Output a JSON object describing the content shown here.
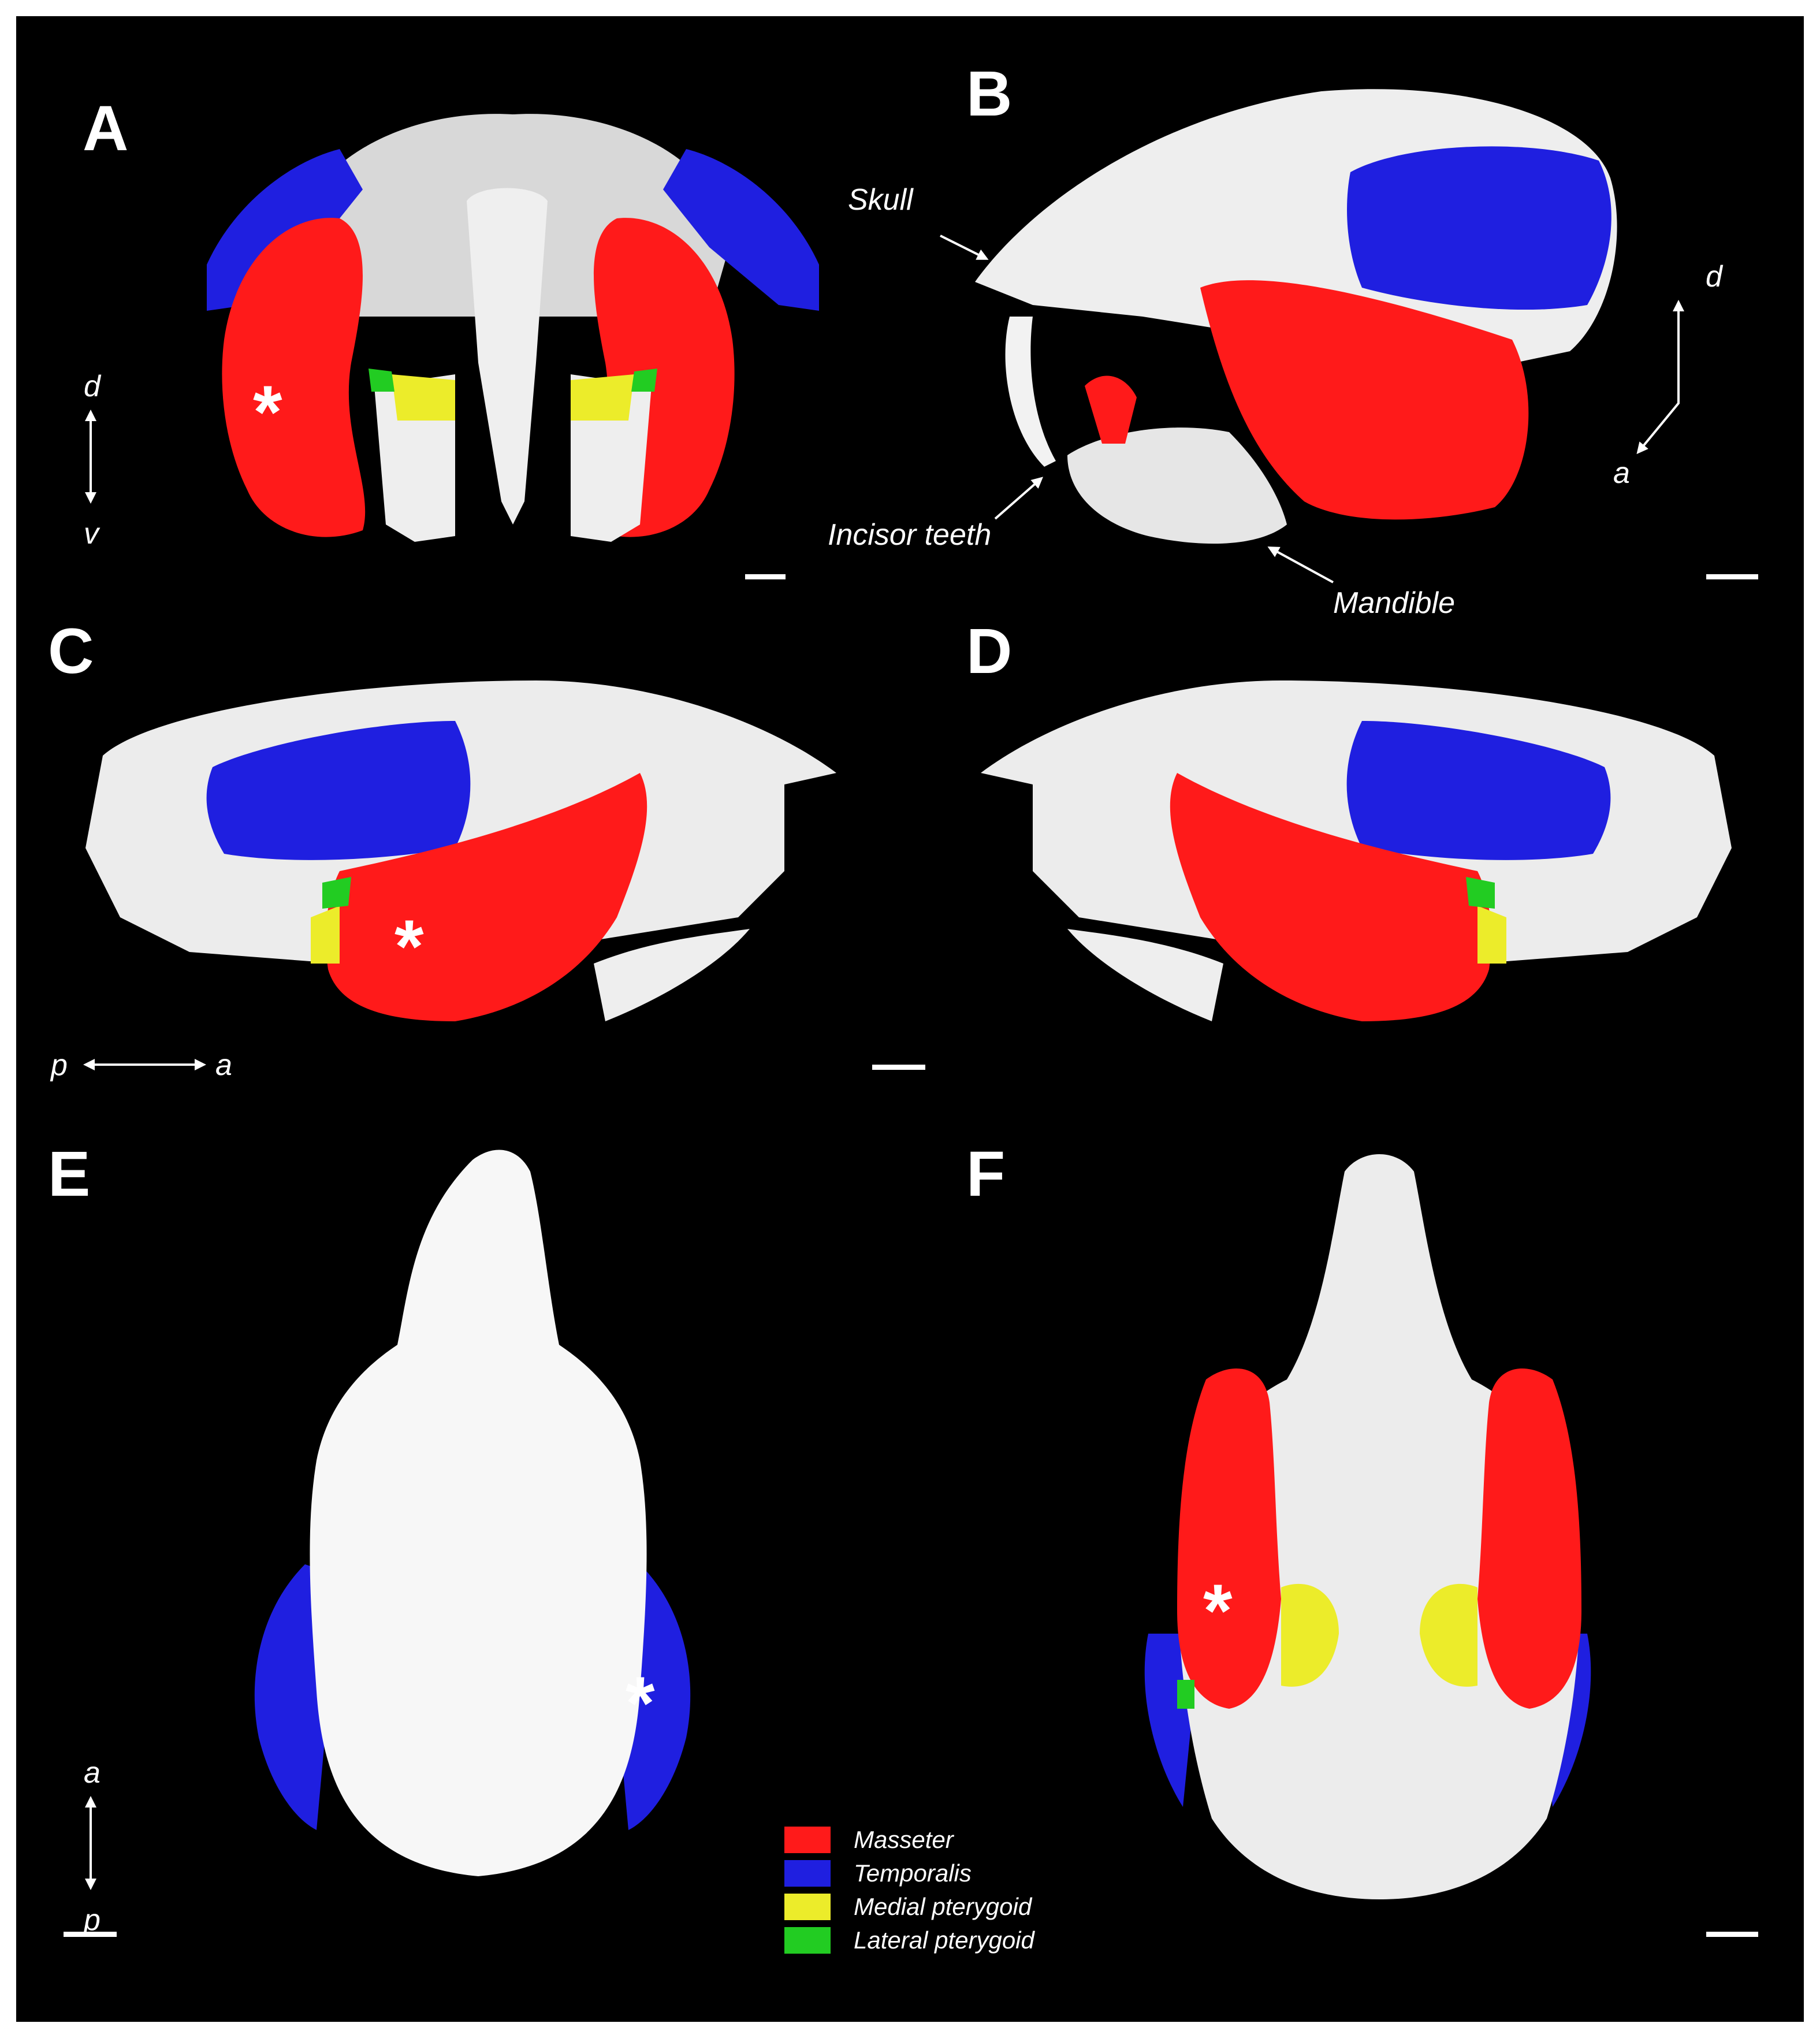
{
  "panels": {
    "a": "A",
    "b": "B",
    "c": "C",
    "d": "D",
    "e": "E",
    "f": "F"
  },
  "annotations": {
    "skull": "Skull",
    "incisor_teeth": "Incisor teeth",
    "mandible": "Mandible"
  },
  "axes": {
    "a_dorsal": "d",
    "a_ventral": "v",
    "b_dorsal": "d",
    "b_anterior": "a",
    "c_posterior": "p",
    "c_anterior": "a",
    "e_anterior": "a",
    "e_posterior": "p"
  },
  "asterisk": "*",
  "legend": [
    {
      "label": "Masseter",
      "color": "#ff1a1a"
    },
    {
      "label": "Temporalis",
      "color": "#1f1fe0"
    },
    {
      "label": "Medial pterygoid",
      "color": "#ecec2a"
    },
    {
      "label": "Lateral pterygoid",
      "color": "#22cc22"
    }
  ],
  "colors": {
    "background": "#000000",
    "bone": "#f2f2f2",
    "masseter": "#ff1a1a",
    "temporalis": "#1f1fe0",
    "medial_pterygoid": "#ecec2a",
    "lateral_pterygoid": "#22cc22"
  }
}
